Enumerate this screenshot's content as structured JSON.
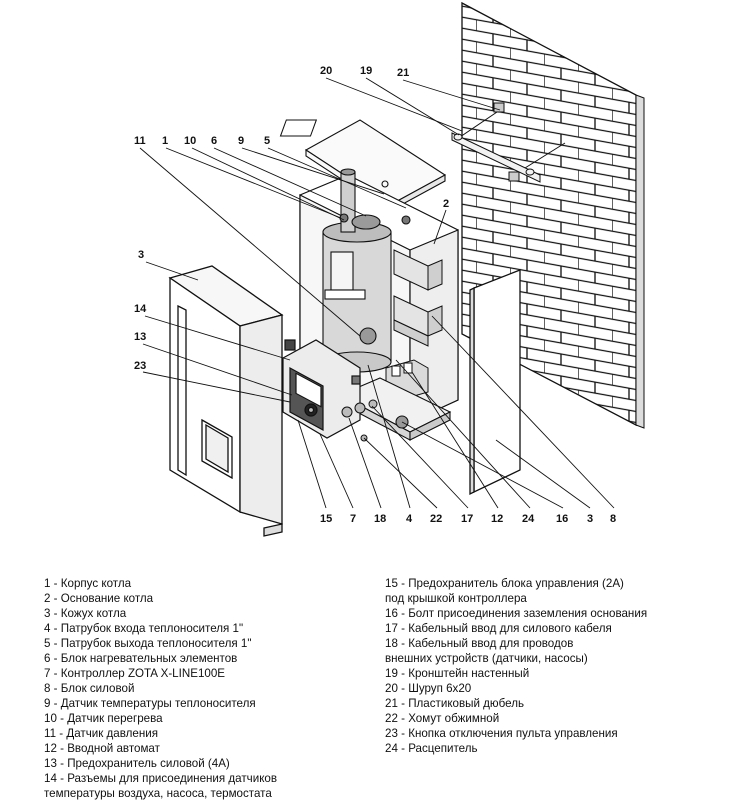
{
  "callouts": [
    {
      "id": "c20",
      "text": "20"
    },
    {
      "id": "c19",
      "text": "19"
    },
    {
      "id": "c21",
      "text": "21"
    },
    {
      "id": "c11",
      "text": "11"
    },
    {
      "id": "c1",
      "text": "1"
    },
    {
      "id": "c10",
      "text": "10"
    },
    {
      "id": "c6",
      "text": "6"
    },
    {
      "id": "c9",
      "text": "9"
    },
    {
      "id": "c5",
      "text": "5"
    },
    {
      "id": "c2",
      "text": "2"
    },
    {
      "id": "c3a",
      "text": "3"
    },
    {
      "id": "c14",
      "text": "14"
    },
    {
      "id": "c13",
      "text": "13"
    },
    {
      "id": "c23",
      "text": "23"
    },
    {
      "id": "b15",
      "text": "15"
    },
    {
      "id": "b7",
      "text": "7"
    },
    {
      "id": "b18",
      "text": "18"
    },
    {
      "id": "b4",
      "text": "4"
    },
    {
      "id": "b22",
      "text": "22"
    },
    {
      "id": "b17",
      "text": "17"
    },
    {
      "id": "b12",
      "text": "12"
    },
    {
      "id": "b24",
      "text": "24"
    },
    {
      "id": "b16",
      "text": "16"
    },
    {
      "id": "b3",
      "text": "3"
    },
    {
      "id": "b8",
      "text": "8"
    }
  ],
  "legend_left": [
    "1 - Корпус котла",
    "2 - Основание котла",
    "3 - Кожух котла",
    "4 - Патрубок входа теплоносителя 1\"",
    "5 - Патрубок выхода теплоносителя 1\"",
    "6 - Блок нагревательных элементов",
    "7 - Контроллер ZOTA X-LINE100E",
    "8 - Блок силовой",
    "9 - Датчик температуры теплоносителя",
    "10 - Датчик перегрева",
    "11 - Датчик давления",
    "12 - Вводной автомат",
    "13 - Предохранитель силовой (4А)",
    "14 - Разъемы для присоединения датчиков\nтемпературы воздуха, насоса, термостата"
  ],
  "legend_right": [
    "15 - Предохранитель блока управления (2А)\nпод крышкой контроллера",
    "16 - Болт присоединения заземления основания",
    "17 - Кабельный ввод для силового кабеля",
    "18 - Кабельный ввод для проводов\nвнешних устройств (датчики, насосы)",
    "19 - Кронштейн настенный",
    "20 - Шуруп 6х20",
    "21 - Пластиковый дюбель",
    "22 - Хомут обжимной",
    "23 - Кнопка отключения пульта управления",
    "24 - Расцепитель"
  ]
}
